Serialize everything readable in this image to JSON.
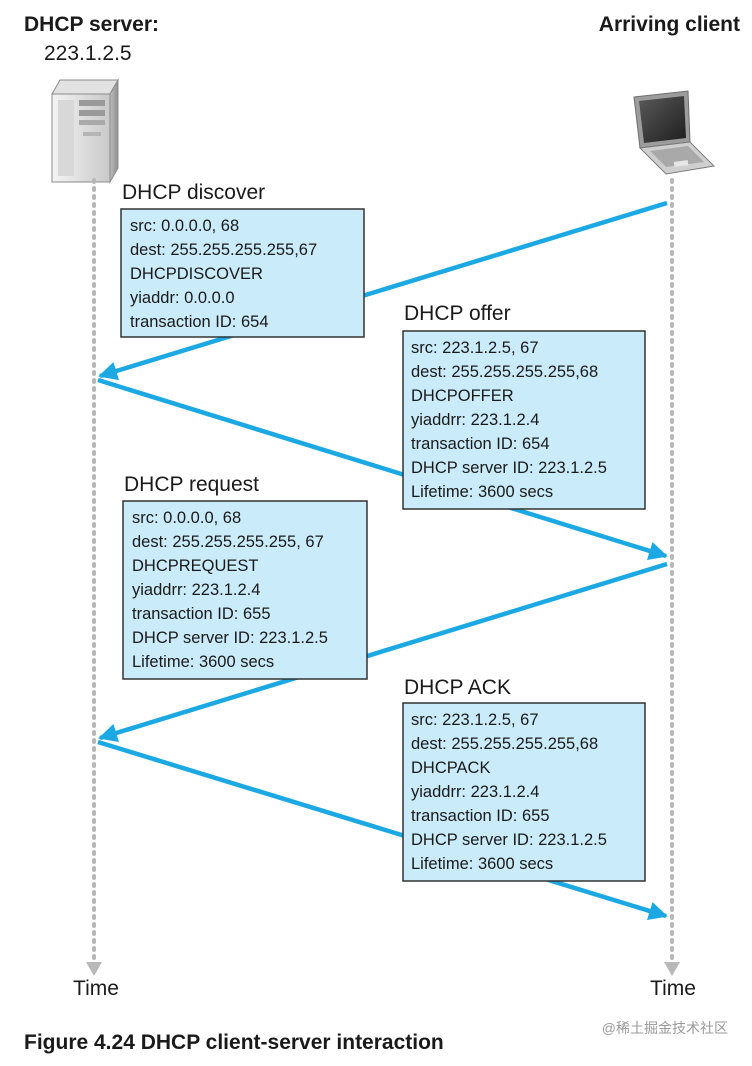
{
  "server": {
    "label": "DHCP server:",
    "address": "223.1.2.5",
    "icon": "server-tower-icon"
  },
  "client": {
    "label": "Arriving client",
    "icon": "laptop-icon"
  },
  "timeline": {
    "server_label": "Time",
    "client_label": "Time"
  },
  "colors": {
    "arrow": "#1ba8e3",
    "box_fill": "#c9ebfa",
    "box_border": "#333333",
    "timeline": "#b8b8b8"
  },
  "messages": [
    {
      "title": "DHCP discover",
      "direction": "client-to-server",
      "lines": [
        "src: 0.0.0.0, 68",
        "dest: 255.255.255.255,67",
        "DHCPDISCOVER",
        "yiaddr: 0.0.0.0",
        "transaction ID: 654"
      ]
    },
    {
      "title": "DHCP offer",
      "direction": "server-to-client",
      "lines": [
        "src: 223.1.2.5, 67",
        "dest: 255.255.255.255,68",
        "DHCPOFFER",
        "yiaddrr: 223.1.2.4",
        "transaction ID: 654",
        "DHCP server ID: 223.1.2.5",
        "Lifetime: 3600 secs"
      ]
    },
    {
      "title": "DHCP request",
      "direction": "client-to-server",
      "lines": [
        "src: 0.0.0.0, 68",
        "dest: 255.255.255.255, 67",
        "DHCPREQUEST",
        "yiaddrr: 223.1.2.4",
        "transaction ID: 655",
        "DHCP server ID: 223.1.2.5",
        "Lifetime: 3600 secs"
      ]
    },
    {
      "title": "DHCP ACK",
      "direction": "server-to-client",
      "lines": [
        "src: 223.1.2.5, 67",
        "dest: 255.255.255.255,68",
        "DHCPACK",
        "yiaddrr: 223.1.2.4",
        "transaction ID: 655",
        "DHCP server ID: 223.1.2.5",
        "Lifetime: 3600 secs"
      ]
    }
  ],
  "caption": "Figure 4.24 DHCP client-server interaction",
  "watermark": "@稀土掘金技术社区"
}
